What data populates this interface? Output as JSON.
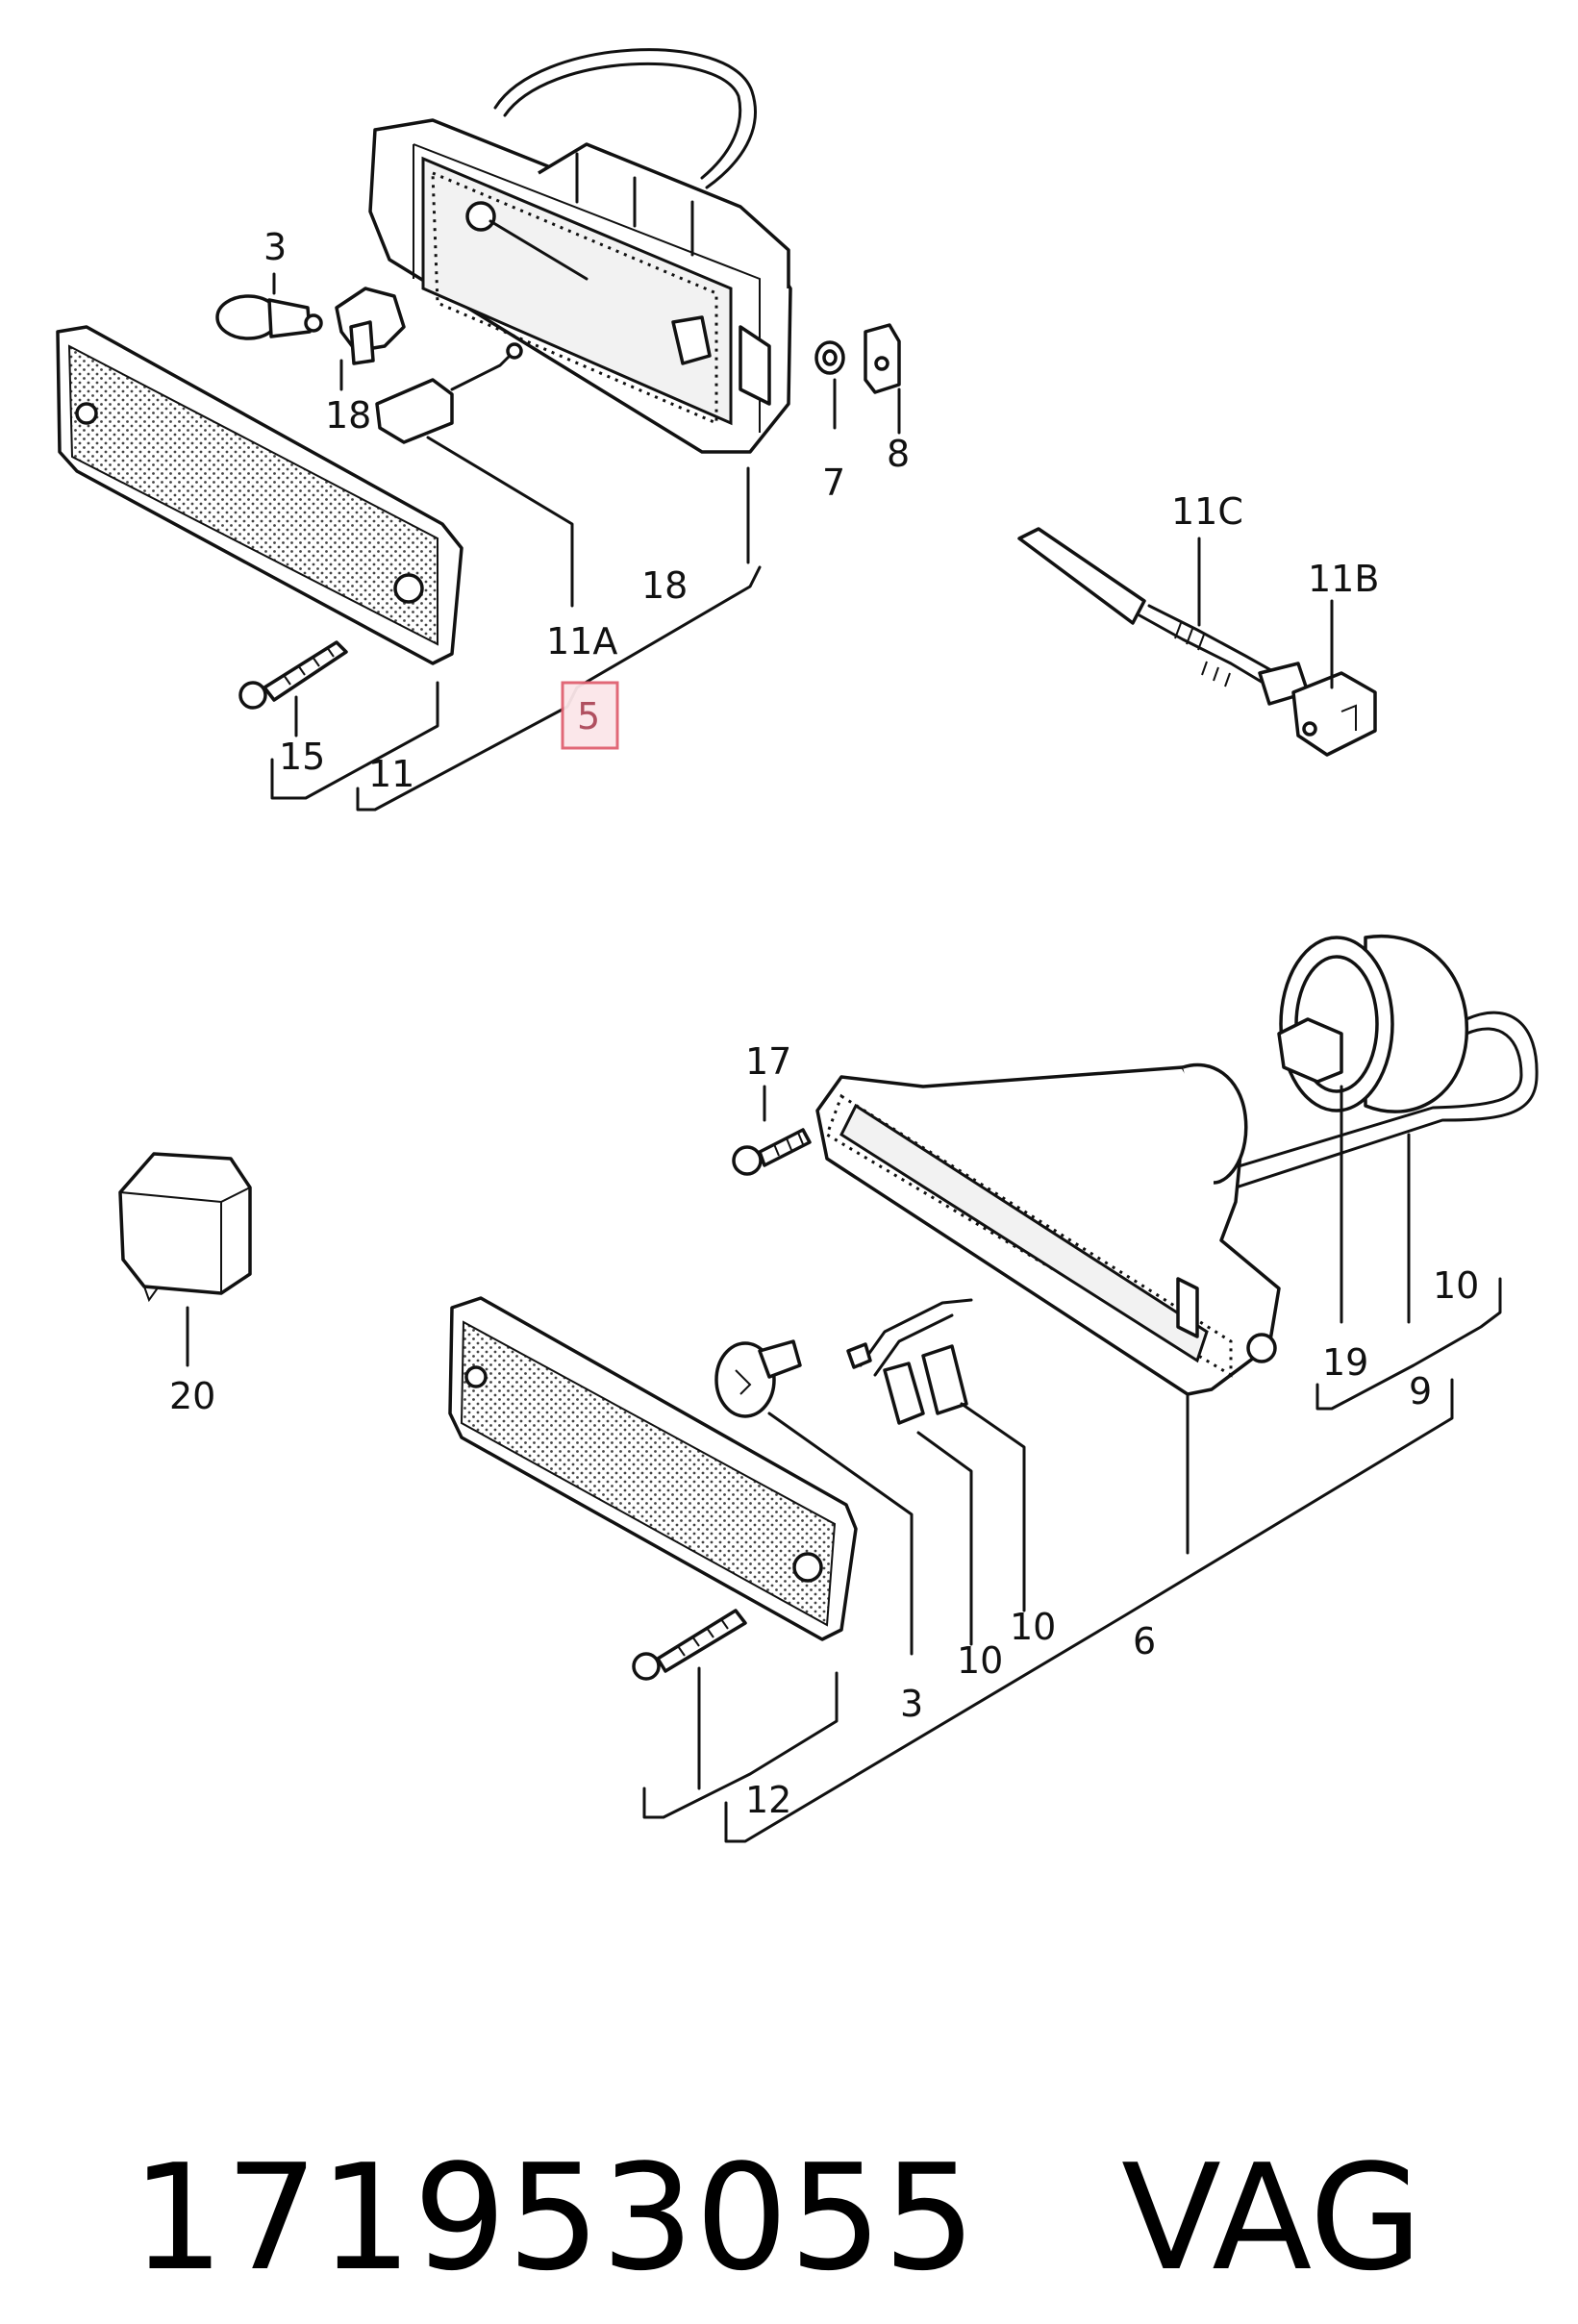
{
  "diagram": {
    "highlight_color": "#e06070",
    "callouts": {
      "3_top": "3",
      "18_clip": "18",
      "11A": "11A",
      "18_group": "18",
      "5": "5",
      "7": "7",
      "8": "8",
      "11C": "11C",
      "11B": "11B",
      "15": "15",
      "11": "11",
      "17": "17",
      "20": "20",
      "10_right": "10",
      "19": "19",
      "9": "9",
      "3_bottom": "3",
      "10_left": "10",
      "10_mid": "10",
      "6": "6",
      "12": "12"
    }
  },
  "footer": {
    "part_number": "171953055",
    "brand": "VAG"
  }
}
